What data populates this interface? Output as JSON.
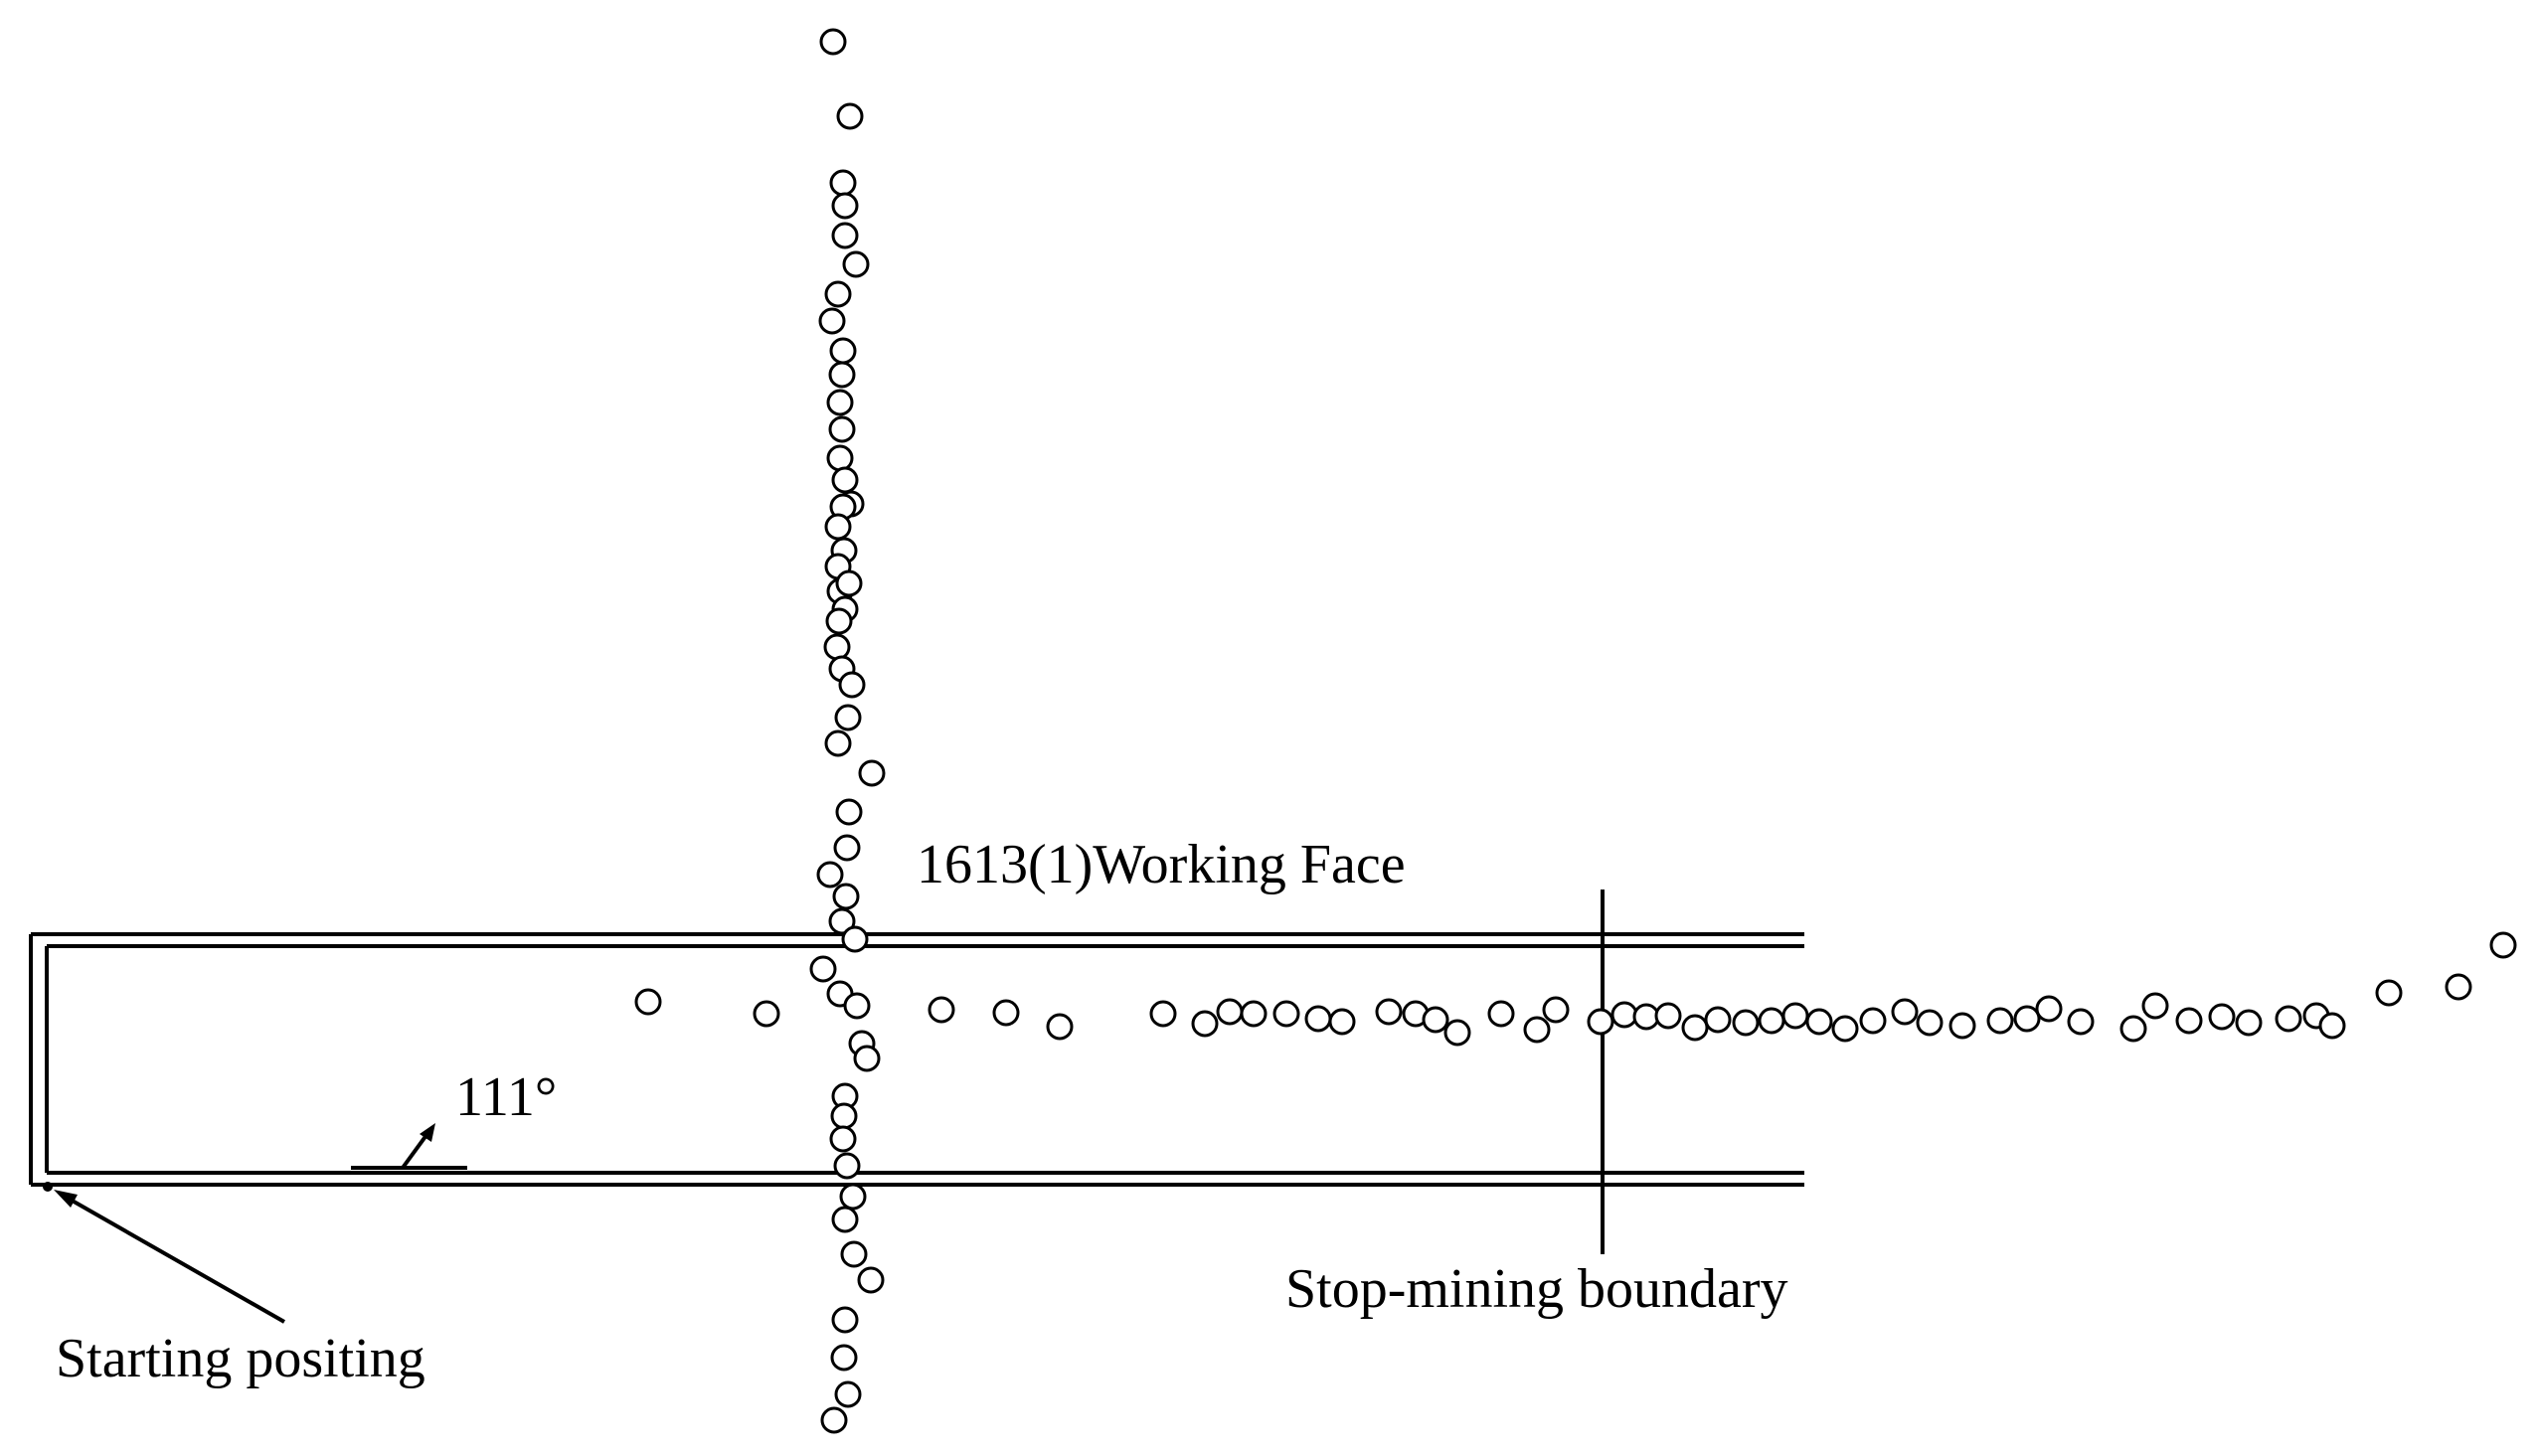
{
  "labels": {
    "working_face": "1613(1)Working Face",
    "angle": "111°",
    "stop_mining": "Stop-mining boundary",
    "starting": "Starting positing"
  },
  "colors": {
    "line": "#000000",
    "point_fill": "#ffffff",
    "background": "#ffffff"
  }
}
